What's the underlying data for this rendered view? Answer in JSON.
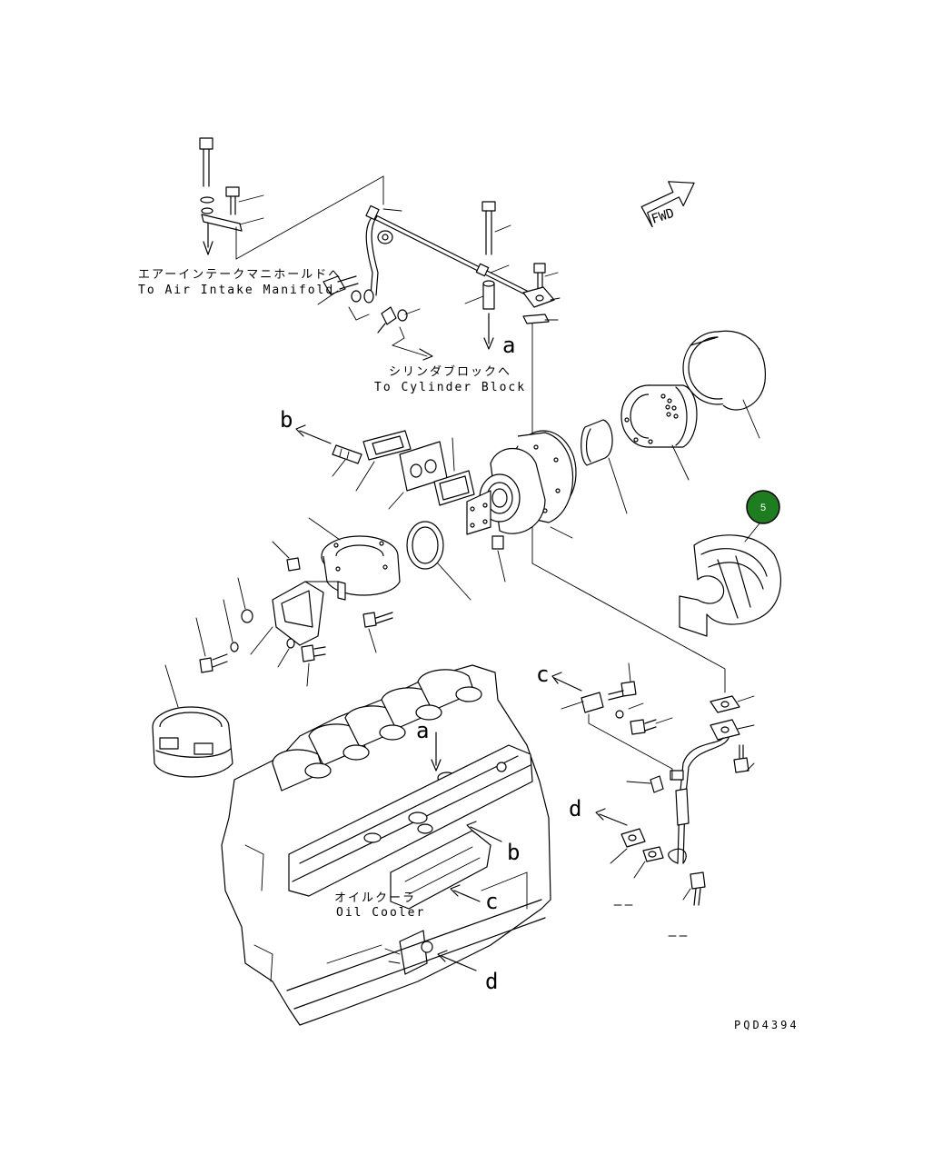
{
  "labels": {
    "air_intake_jp": "エアーインテークマニホールドへ",
    "air_intake_en": "To Air Intake Manifold",
    "cylinder_block_jp": "シリンダブロックへ",
    "cylinder_block_en": "To Cylinder Block",
    "oil_cooler_jp": "オイルクーラ",
    "oil_cooler_en": "Oil Cooler",
    "fwd": "FWD",
    "drawing_code": "PQD4394"
  },
  "ref_letters": {
    "a_top": "a",
    "a_block": "a",
    "b_left": "b",
    "b_block": "b",
    "c_right": "c",
    "c_block": "c",
    "d_right": "d",
    "d_block": "d"
  },
  "callout": {
    "number": "5",
    "color": "#1e7d1e"
  }
}
